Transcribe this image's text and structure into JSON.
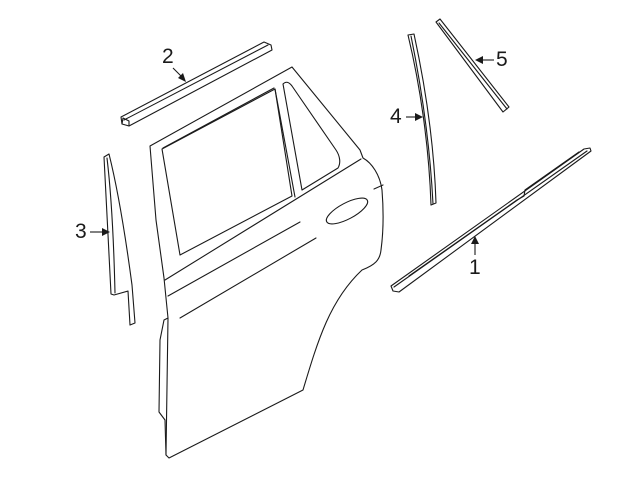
{
  "diagram": {
    "title": "Rear door moldings exploded view",
    "background": "#ffffff",
    "line_color": "#1a1a1a",
    "callouts": [
      {
        "id": "1",
        "label": "1",
        "part": "belt molding / outer weatherstrip (lower sill strip)"
      },
      {
        "id": "2",
        "label": "2",
        "part": "roof/upper frame molding"
      },
      {
        "id": "3",
        "label": "3",
        "part": "front vertical frame molding"
      },
      {
        "id": "4",
        "label": "4",
        "part": "rear vertical frame molding (curved)"
      },
      {
        "id": "5",
        "label": "5",
        "part": "quarter window molding (angled)"
      }
    ],
    "main_component": "rear door shell"
  }
}
